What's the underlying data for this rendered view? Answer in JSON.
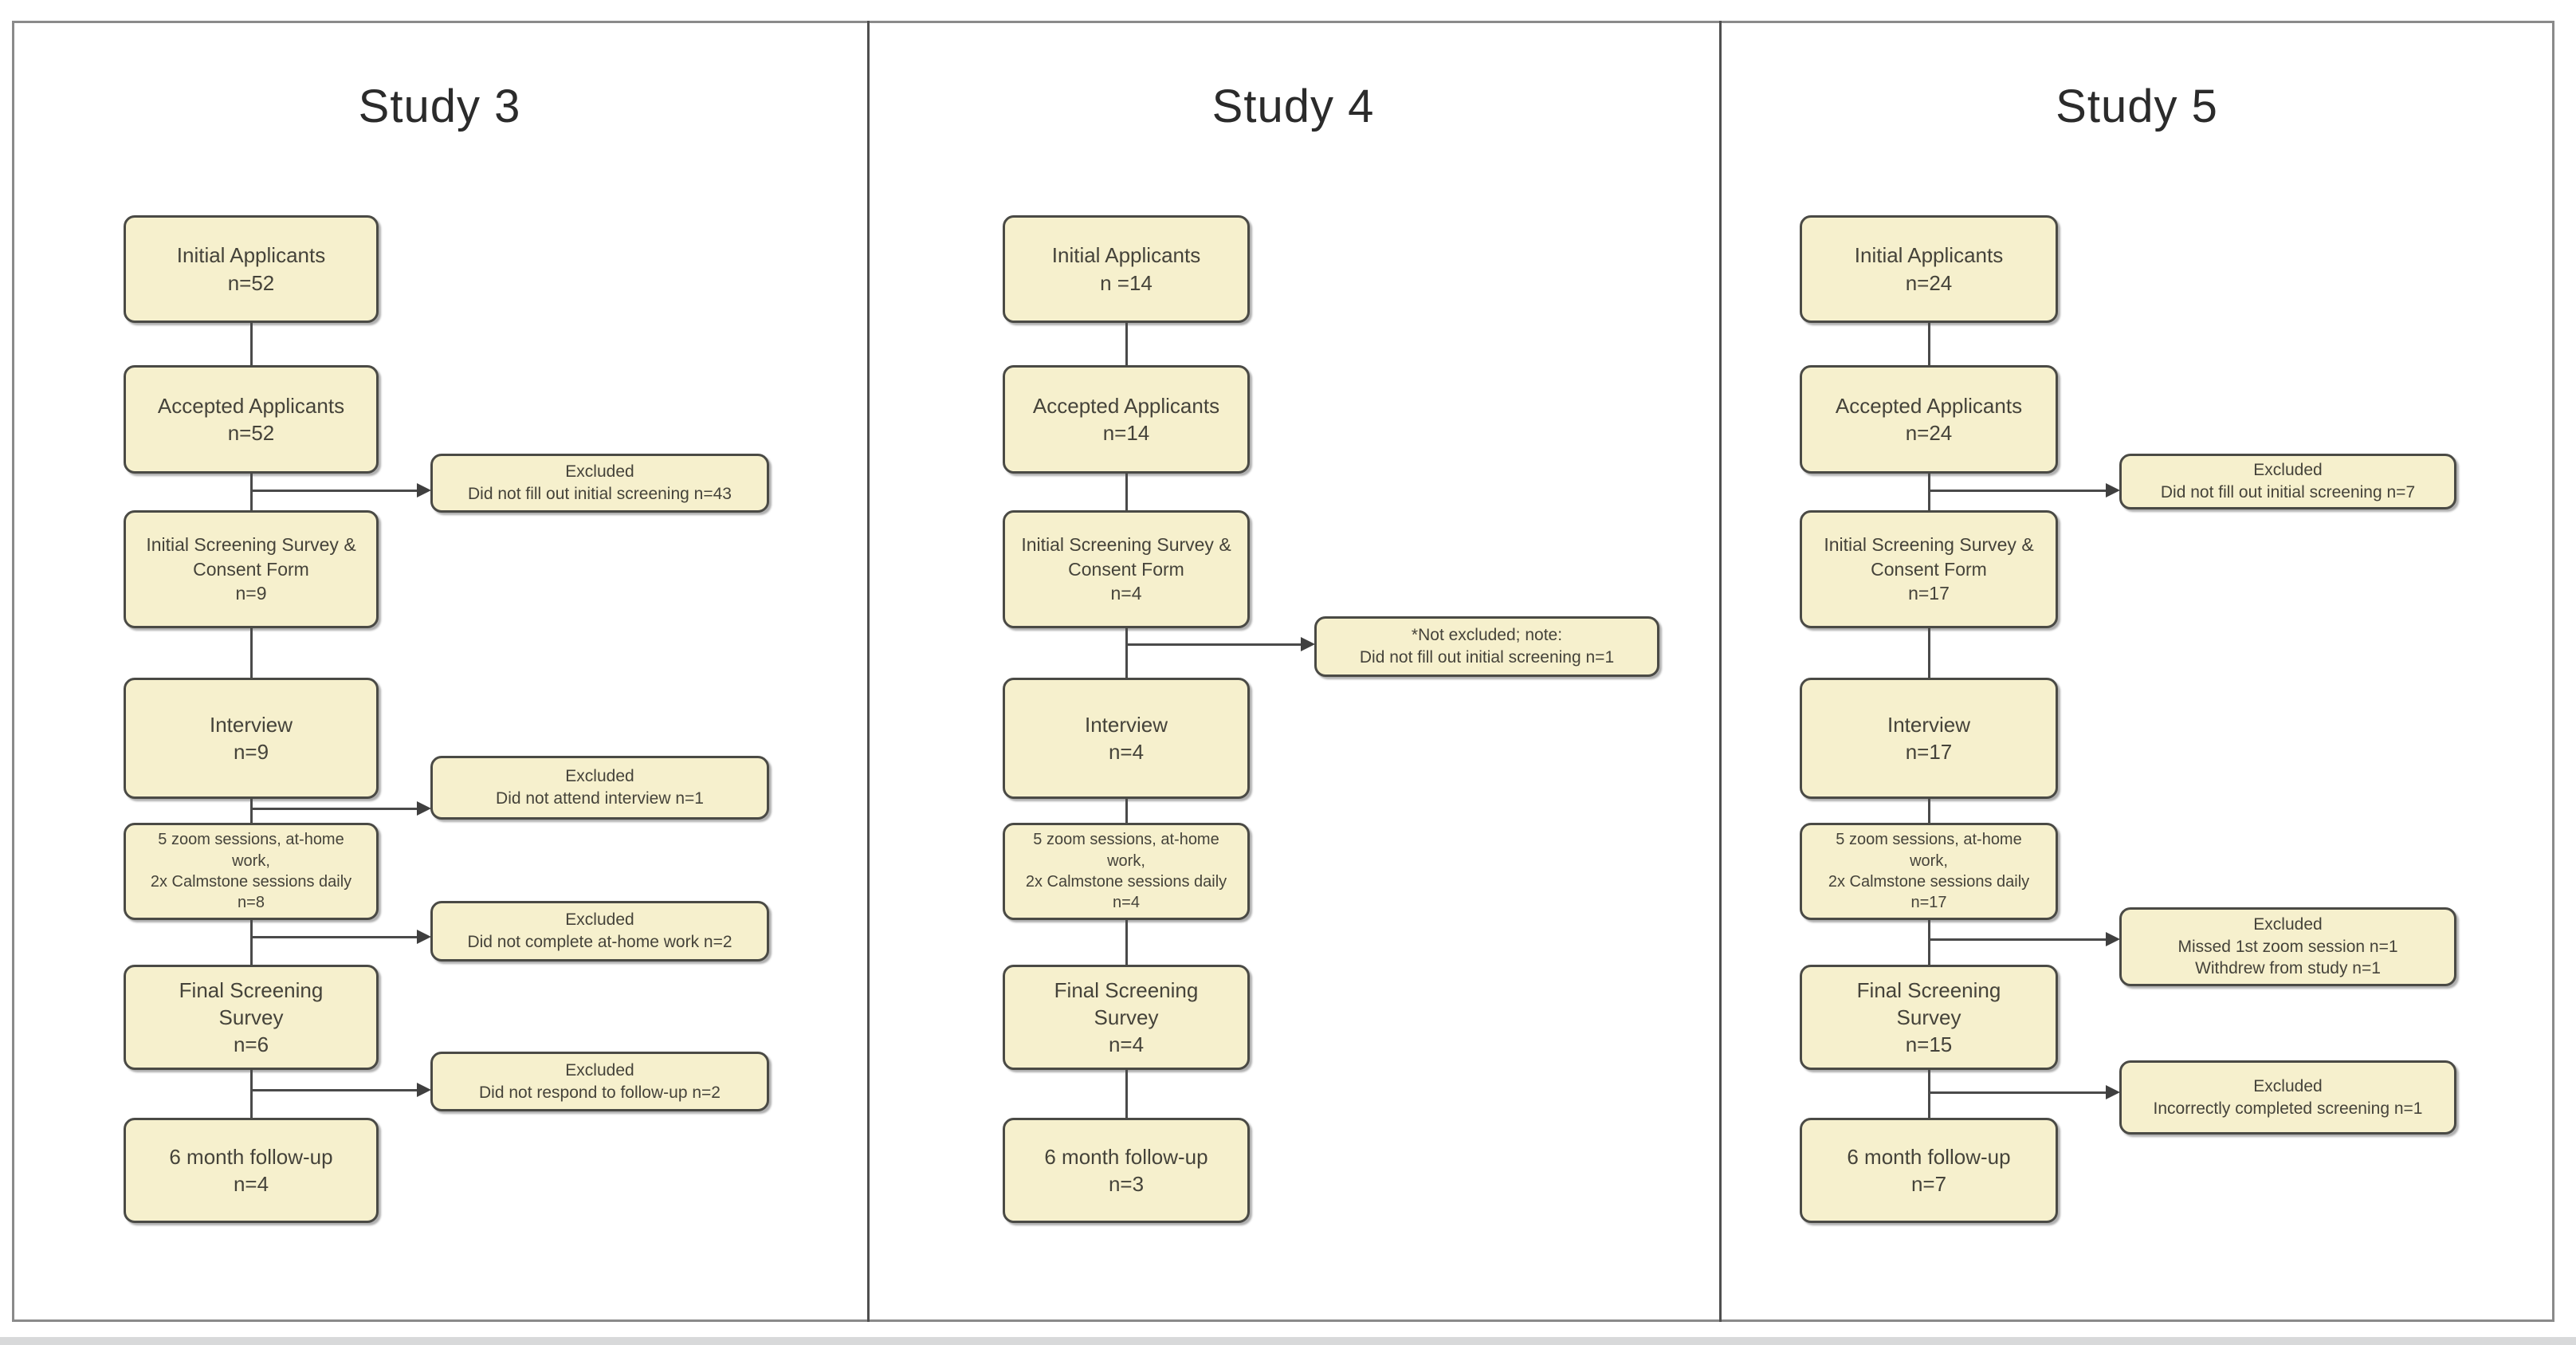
{
  "colors": {
    "box_fill": "#f6f0cd",
    "box_border": "#4a4a45",
    "connector_line": "#4a4a4a",
    "box_text": "#45433a",
    "title_text": "#2b2b2b",
    "outer_frame_border": "#8a8a8a",
    "panel_divider": "#4f4f4f",
    "bottom_edge_strip": "#d8d9da"
  },
  "studies": [
    {
      "title": "Study 3",
      "steps": [
        {
          "text": "Initial Applicants\nn=52"
        },
        {
          "text": "Accepted Applicants\nn=52"
        },
        {
          "text": "Initial Screening Survey &\nConsent Form\nn=9"
        },
        {
          "text": "Interview\nn=9"
        },
        {
          "text": "5 zoom sessions, at-home\nwork,\n2x Calmstone sessions daily\nn=8"
        },
        {
          "text": "Final Screening\nSurvey\nn=6"
        },
        {
          "text": "6 month follow-up\nn=4"
        }
      ],
      "side_notes": [
        {
          "text": "Excluded\nDid not fill out initial screening n=43"
        },
        {
          "text": "Excluded\nDid not attend interview n=1"
        },
        {
          "text": "Excluded\nDid not complete at-home work n=2"
        },
        {
          "text": "Excluded\nDid not respond to follow-up n=2"
        }
      ]
    },
    {
      "title": "Study 4",
      "steps": [
        {
          "text": "Initial Applicants\nn =14"
        },
        {
          "text": "Accepted Applicants\nn=14"
        },
        {
          "text": "Initial Screening Survey &\nConsent Form\nn=4"
        },
        {
          "text": "Interview\nn=4"
        },
        {
          "text": "5 zoom sessions, at-home\nwork,\n2x Calmstone sessions daily\nn=4"
        },
        {
          "text": "Final Screening\nSurvey\nn=4"
        },
        {
          "text": "6 month follow-up\nn=3"
        }
      ],
      "side_notes": [
        {
          "text": "*Not excluded; note:\nDid not fill out initial screening n=1"
        }
      ]
    },
    {
      "title": "Study 5",
      "steps": [
        {
          "text": "Initial Applicants\nn=24"
        },
        {
          "text": "Accepted Applicants\nn=24"
        },
        {
          "text": "Initial Screening Survey &\nConsent Form\nn=17"
        },
        {
          "text": "Interview\nn=17"
        },
        {
          "text": "5 zoom sessions, at-home\nwork,\n2x Calmstone sessions daily\nn=17"
        },
        {
          "text": "Final Screening\nSurvey\nn=15"
        },
        {
          "text": "6 month follow-up\nn=7"
        }
      ],
      "side_notes": [
        {
          "text": "Excluded\nDid not fill out initial screening n=7"
        },
        {
          "text": "Excluded\nMissed 1st zoom session n=1\nWithdrew from study n=1"
        },
        {
          "text": "Excluded\nIncorrectly completed screening n=1"
        }
      ]
    }
  ]
}
